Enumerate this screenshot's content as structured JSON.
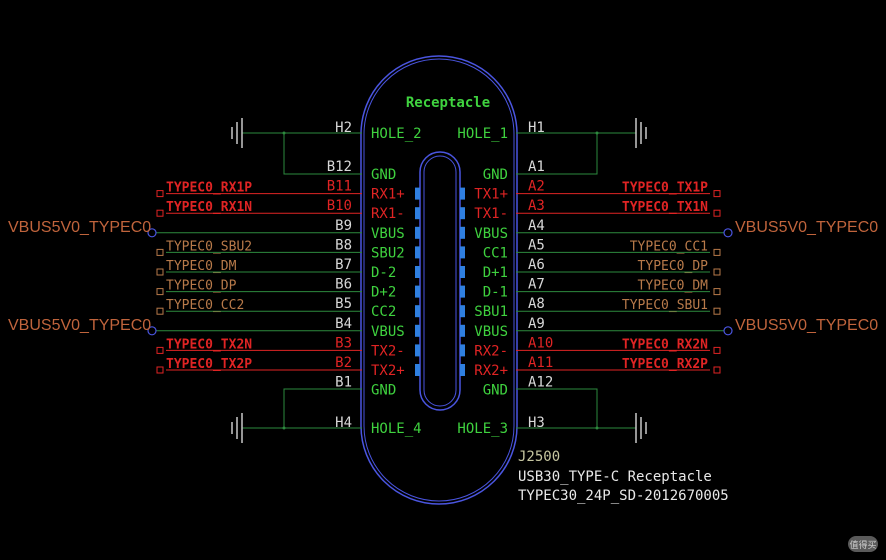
{
  "colors": {
    "outline": "#4a55e0",
    "wire": "#2d8a3e",
    "pin_label": "#d8d8d8",
    "pin_name": "#3fd23f",
    "net_diff": "#e02424",
    "net_other": "#b87a4a",
    "power_net": "#c0643c",
    "pad": "#2f7fe0",
    "ref": "#c6c6a0",
    "desc": "#e8e8e8",
    "title": "#3fd23f"
  },
  "component": {
    "title": "Receptacle",
    "refdes": "J2500",
    "description": "USB30_TYPE-C Receptacle",
    "part_number": "TYPEC30_24P_SD-2012670005"
  },
  "holes": {
    "left": [
      {
        "pin": "H2",
        "name": "HOLE_2"
      },
      {
        "pin": "H4",
        "name": "HOLE_4"
      }
    ],
    "right": [
      {
        "pin": "H1",
        "name": "HOLE_1"
      },
      {
        "pin": "H3",
        "name": "HOLE_3"
      }
    ]
  },
  "left_pins": [
    {
      "pin": "B12",
      "name": "GND",
      "net": ""
    },
    {
      "pin": "B11",
      "name": "RX1+",
      "net": "TYPEC0_RX1P"
    },
    {
      "pin": "B10",
      "name": "RX1-",
      "net": "TYPEC0_RX1N"
    },
    {
      "pin": "B9",
      "name": "VBUS",
      "net": "VBUS5V0_TYPEC0"
    },
    {
      "pin": "B8",
      "name": "SBU2",
      "net": "TYPEC0_SBU2"
    },
    {
      "pin": "B7",
      "name": "D-2",
      "net": "TYPEC0_DM"
    },
    {
      "pin": "B6",
      "name": "D+2",
      "net": "TYPEC0_DP"
    },
    {
      "pin": "B5",
      "name": "CC2",
      "net": "TYPEC0_CC2"
    },
    {
      "pin": "B4",
      "name": "VBUS",
      "net": "VBUS5V0_TYPEC0"
    },
    {
      "pin": "B3",
      "name": "TX2-",
      "net": "TYPEC0_TX2N"
    },
    {
      "pin": "B2",
      "name": "TX2+",
      "net": "TYPEC0_TX2P"
    },
    {
      "pin": "B1",
      "name": "GND",
      "net": ""
    }
  ],
  "right_pins": [
    {
      "pin": "A1",
      "name": "GND",
      "net": ""
    },
    {
      "pin": "A2",
      "name": "TX1+",
      "net": "TYPEC0_TX1P"
    },
    {
      "pin": "A3",
      "name": "TX1-",
      "net": "TYPEC0_TX1N"
    },
    {
      "pin": "A4",
      "name": "VBUS",
      "net": "VBUS5V0_TYPEC0"
    },
    {
      "pin": "A5",
      "name": "CC1",
      "net": "TYPEC0_CC1"
    },
    {
      "pin": "A6",
      "name": "D+1",
      "net": "TYPEC0_DP"
    },
    {
      "pin": "A7",
      "name": "D-1",
      "net": "TYPEC0_DM"
    },
    {
      "pin": "A8",
      "name": "SBU1",
      "net": "TYPEC0_SBU1"
    },
    {
      "pin": "A9",
      "name": "VBUS",
      "net": "VBUS5V0_TYPEC0"
    },
    {
      "pin": "A10",
      "name": "RX2-",
      "net": "TYPEC0_RX2N"
    },
    {
      "pin": "A11",
      "name": "RX2+",
      "net": "TYPEC0_RX2P"
    },
    {
      "pin": "A12",
      "name": "GND",
      "net": ""
    }
  ],
  "watermark": "值得买"
}
